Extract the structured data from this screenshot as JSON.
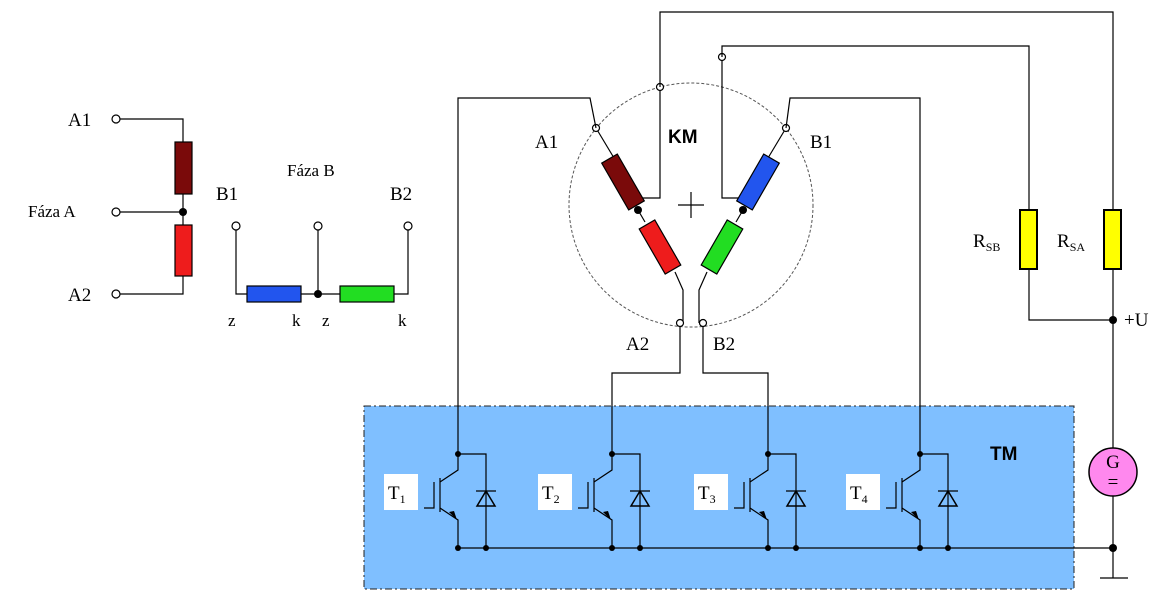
{
  "left_phase_a": {
    "a1_label": "A1",
    "a2_label": "A2",
    "phase_label": "Fáza A"
  },
  "left_phase_b": {
    "phase_label": "Fáza B",
    "b1_label": "B1",
    "b2_label": "B2",
    "z1": "z",
    "k1": "k",
    "z2": "z",
    "k2": "k"
  },
  "motor": {
    "label": "KM",
    "a1": "A1",
    "b1": "B1",
    "a2": "A2",
    "b2": "B2"
  },
  "resistors": {
    "rsb_main": "R",
    "rsb_sub": "SB",
    "rsa_main": "R",
    "rsa_sub": "SA"
  },
  "supply": {
    "plus_u": "+U",
    "generator_top": "G",
    "generator_bottom": "="
  },
  "module": {
    "label": "TM",
    "t1_main": "T",
    "t1_sub": "1",
    "t2_main": "T",
    "t2_sub": "2",
    "t3_main": "T",
    "t3_sub": "3",
    "t4_main": "T",
    "t4_sub": "4"
  },
  "colors": {
    "dark_red": "#7a0a0a",
    "red": "#ee1c1c",
    "blue": "#2255ee",
    "green": "#22dd22",
    "yellow": "#ffff00",
    "module_fill": "#7fbfff",
    "generator_fill": "#ff88ee"
  }
}
